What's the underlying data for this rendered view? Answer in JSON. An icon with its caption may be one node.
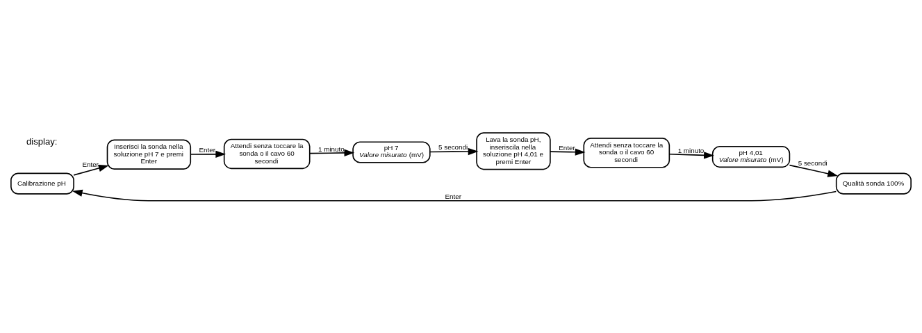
{
  "diagram": {
    "nodes": [
      {
        "text": [
          "Calibrazione pH"
        ]
      },
      {
        "text": [
          "Inserisci la sonda nella soluzione pH 7 e premi Enter"
        ]
      },
      {
        "text": [
          "Attendi senza toccare la sonda o il cavo 60 secondi"
        ]
      },
      {
        "text": [
          "pH 7",
          "*Valore misurato* (mV)"
        ]
      },
      {
        "text": [
          "Lava la sonda pH, inseriscila nella soluzione pH 4,01 e premi Enter"
        ]
      },
      {
        "text": [
          "Attendi senza toccare la sonda o il cavo 60 secondi"
        ]
      },
      {
        "text": [
          "pH 4,01",
          "*Valore misurato* (mV)"
        ]
      },
      {
        "text": [
          "Qualità sonda 100%"
        ]
      }
    ],
    "edges": [
      {
        "from": 0,
        "to": 1,
        "arrow": "to",
        "label": "Enter"
      },
      {
        "from": 1,
        "to": 2,
        "arrow": "to",
        "label": "Enter"
      },
      {
        "from": 2,
        "to": 3,
        "arrow": "to",
        "label": "1 minuto"
      },
      {
        "from": 3,
        "to": 4,
        "arrow": "to",
        "label": "5 secondi"
      },
      {
        "from": 4,
        "to": 5,
        "arrow": "to",
        "label": "Enter"
      },
      {
        "from": 5,
        "to": 6,
        "arrow": "to",
        "label": "1 minuto"
      },
      {
        "from": 6,
        "to": 7,
        "arrow": "to",
        "label": "5 secondi"
      },
      {
        "from": 7,
        "to": 0,
        "arrow": "to",
        "label": "Enter"
      }
    ],
    "labels": [
      "display:"
    ]
  }
}
